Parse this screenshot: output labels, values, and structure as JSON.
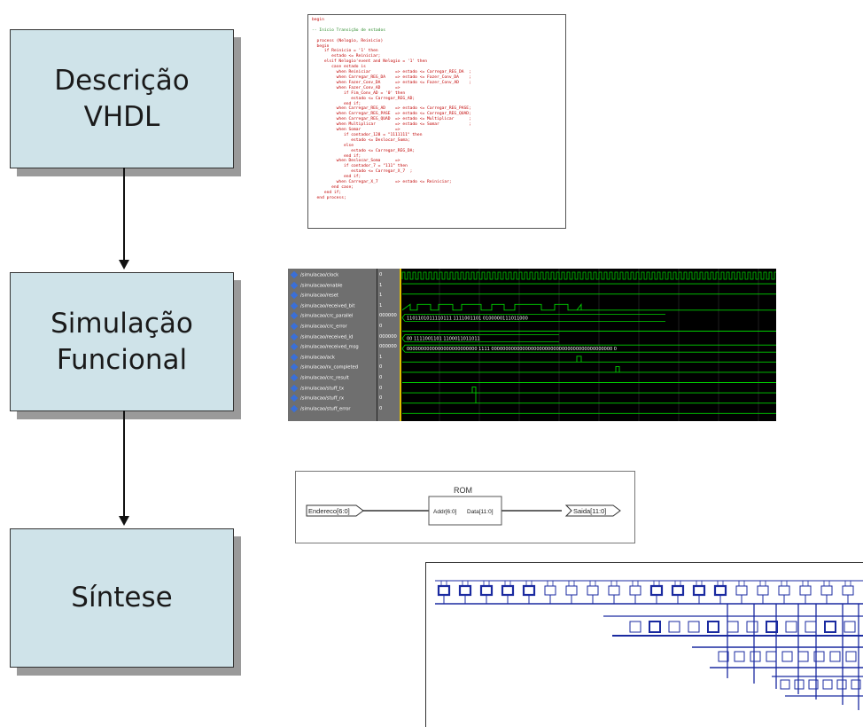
{
  "stages": [
    {
      "id": "descricao",
      "line1": "Descrição",
      "line2": "VHDL"
    },
    {
      "id": "simulacao",
      "line1": "Simulação",
      "line2": "Funcional"
    },
    {
      "id": "sintese",
      "line1": "Síntese",
      "line2": ""
    }
  ],
  "code": {
    "begin": "begin",
    "comment": "-- Início Transição de estados",
    "lines": [
      "  process (Nelogio, Reinicio)",
      "  begin",
      "     if Reinicio = '1' then",
      "        estado <= Reiniciar;",
      "     elsif Nelogio'event and Nelogio = '1' then",
      "        case estado is",
      "          when Reiniciar          => estado <= Carregar_REG_DA  ;",
      "          when Carregar_REG_DA    => estado <= Fazer_Conv_DA    ;",
      "          when Fazer_Conv_DA      => estado <= Fazer_Conv_AD    ;",
      "          when Fazer_Conv_AD      =>",
      "             if Fim_Conv_AD = '0' then",
      "                estado <= Carregar_REG_AD;",
      "             end if;",
      "          when Carregar_REG_AD    => estado <= Carregar_REG_PASE;",
      "          when Carregar_REG_PASE  => estado <= Carregar_REG_QUAD;",
      "          when Carregar_REG_QUAD  => estado <= Multiplicar      ;",
      "          when Multiplicar        => estado <= Somar            ;",
      "          when Somar              =>",
      "             if contador_128 = \"1111111\" then",
      "                estado <= Deslocar_Soma;",
      "             else",
      "                estado <= Carregar_REG_DA;",
      "             end if;",
      "          when Deslocar_Soma      =>",
      "             if contador_7 = \"111\" then",
      "                estado <= Carregar_X_7  ;",
      "             end if;",
      "          when Carregar_X_7       => estado <= Reiniciar;",
      "        end case;",
      "     end if;",
      "  end process;"
    ]
  },
  "waveform": {
    "signals": [
      {
        "name": "/simulacao/clock",
        "value": "0"
      },
      {
        "name": "/simulacao/enable",
        "value": "1"
      },
      {
        "name": "/simulacao/reset",
        "value": "1"
      },
      {
        "name": "/simulacao/received_bit",
        "value": "1"
      },
      {
        "name": "/simulacao/crc_parallel",
        "value": "000000"
      },
      {
        "name": "/simulacao/crc_error",
        "value": "0"
      },
      {
        "name": "/simulacao/received_id",
        "value": "000000"
      },
      {
        "name": "/simulacao/received_msg",
        "value": "000000"
      },
      {
        "name": "/simulacao/ack",
        "value": "1"
      },
      {
        "name": "/simulacao/rx_completed",
        "value": "0"
      },
      {
        "name": "/simulacao/crc_result",
        "value": "0"
      },
      {
        "name": "/simulacao/stuff_tx",
        "value": "0"
      },
      {
        "name": "/simulacao/stuff_rx",
        "value": "0"
      },
      {
        "name": "/simulacao/stuff_error",
        "value": "0"
      }
    ],
    "bus_text_1": "1101101011110111  1111001101  0100000111011000",
    "bus_text_2": "00  1111001101  1100011011011",
    "bus_text_3": "0000000000000000000000000  1111  0000000000000000000000000000000000000000000  0"
  },
  "rom": {
    "title": "ROM",
    "input": "Endereco[6:0]",
    "addr": "Addr[6:0]",
    "data": "Data[11:0]",
    "output": "Saida[11:0]"
  },
  "colors": {
    "box_fill": "#cfe3e9",
    "shadow": "#9a9a9a",
    "wave_green": "#00d000",
    "netlist_blue": "#1a2aa0"
  }
}
